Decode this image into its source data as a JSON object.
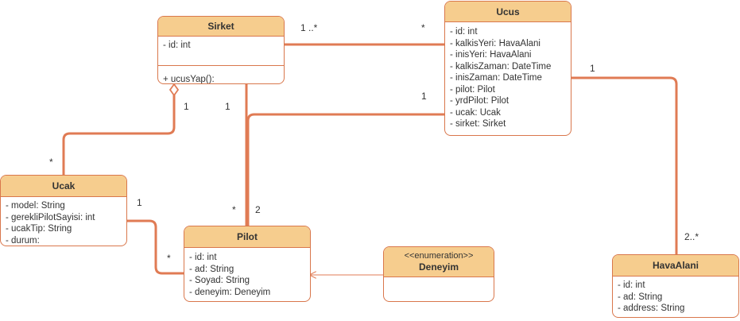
{
  "classes": {
    "sirket": {
      "name": "Sirket",
      "attributes": [
        "- id: int"
      ],
      "operations": [
        "+ ucusYap():"
      ]
    },
    "ucus": {
      "name": "Ucus",
      "attributes": [
        "- id: int",
        "- kalkisYeri: HavaAlani",
        "- inisYeri: HavaAlani",
        "- kalkisZaman: DateTime",
        "- inisZaman: DateTime",
        "- pilot: Pilot",
        "- yrdPilot: Pilot",
        "- ucak: Ucak",
        "- sirket: Sirket"
      ]
    },
    "ucak": {
      "name": "Ucak",
      "attributes": [
        "- model: String",
        "- gerekliPilotSayisi: int",
        "- ucakTip: String",
        "- durum:"
      ]
    },
    "pilot": {
      "name": "Pilot",
      "attributes": [
        "- id: int",
        "- ad: String",
        "- Soyad: String",
        "- deneyim: Deneyim"
      ]
    },
    "deneyim": {
      "stereotype": "<<enumeration>>",
      "name": "Deneyim"
    },
    "havaalani": {
      "name": "HavaAlani",
      "attributes": [
        "- id: int",
        "- ad: String",
        "- address: String"
      ]
    }
  },
  "multiplicities": {
    "sirket_ucus_left": "1 ..*",
    "sirket_ucus_right": "*",
    "ucus_havaalani_top": "1",
    "ucus_havaalani_bottom": "2..*",
    "ucus_pilot_top": "1",
    "ucus_pilot_bottom": "2",
    "sirket_ucak_top": "1",
    "sirket_ucak_bottom": "*",
    "sirket_pilot_top": "1",
    "sirket_pilot_bottom": "*",
    "ucak_pilot_left": "1",
    "ucak_pilot_right": "*"
  },
  "colors": {
    "line": "#e07b54",
    "header_fill": "#f6cd8e",
    "border": "#d9774c"
  }
}
